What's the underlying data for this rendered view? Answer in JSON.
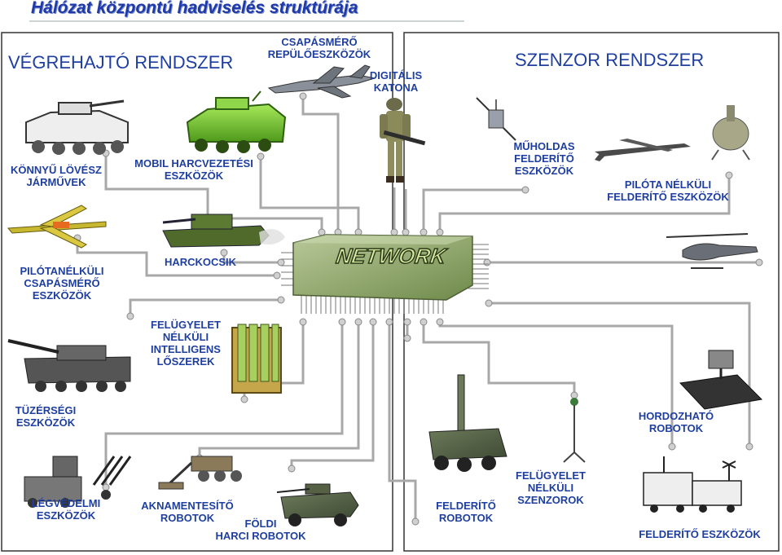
{
  "title": "Hálózat központú hadviselés struktúrája",
  "sections": {
    "executive": "VÉGREHAJTÓ RENDSZER",
    "sensor": "SZENZOR RENDSZER"
  },
  "chip_label": "NETWORK",
  "labels": {
    "strike_aircraft": "CSAPÁSMÉRŐ\nREPÜLŐESZKÖZÖK",
    "digital_soldier": "DIGITÁLIS\nKATONA",
    "light_infantry": "KÖNNYŰ LÖVÉSZ\nJÁRMŰVEK",
    "mobile_command": "MOBIL HARCVEZETÉSI\nESZKÖZÖK",
    "satellite": "MŰHOLDAS\nFELDERÍTŐ\nESZKÖZÖK",
    "uav_recon": "PILÓTA NÉLKÜLI\nFELDERÍTŐ ESZKÖZÖK",
    "uav_strike": "PILÓTANÉLKÜLI\nCSAPÁSMÉRŐ\nESZKÖZÖK",
    "tank": "HARCKOCSIK",
    "smart_munitions": "FELÜGYELET\nNÉLKÜLI\nINTELLIGENS\nLŐSZEREK",
    "artillery": "TÜZÉRSÉGI\nESZKÖZÖK",
    "portable_robots": "HORDOZHATÓ\nROBOTOK",
    "air_defense": "LÉGVÉDELMI\nESZKÖZÖK",
    "mine_robots": "AKNAMENTESÍTŐ\nROBOTOK",
    "ground_combat_robots": "FÖLDI\nHARCI ROBOTOK",
    "recon_robots": "FELDERÍTŐ\nROBOTOK",
    "unattended_sensors": "FELÜGYELET\nNÉLKÜLI\nSZENZOROK",
    "recon_assets": "FELDERÍTŐ ESZKÖZÖK"
  },
  "colors": {
    "text": "#1f3fa0",
    "wire": "#a8a8a8",
    "chip": "#8fa86a",
    "vehicle_green": "#7ec832"
  }
}
